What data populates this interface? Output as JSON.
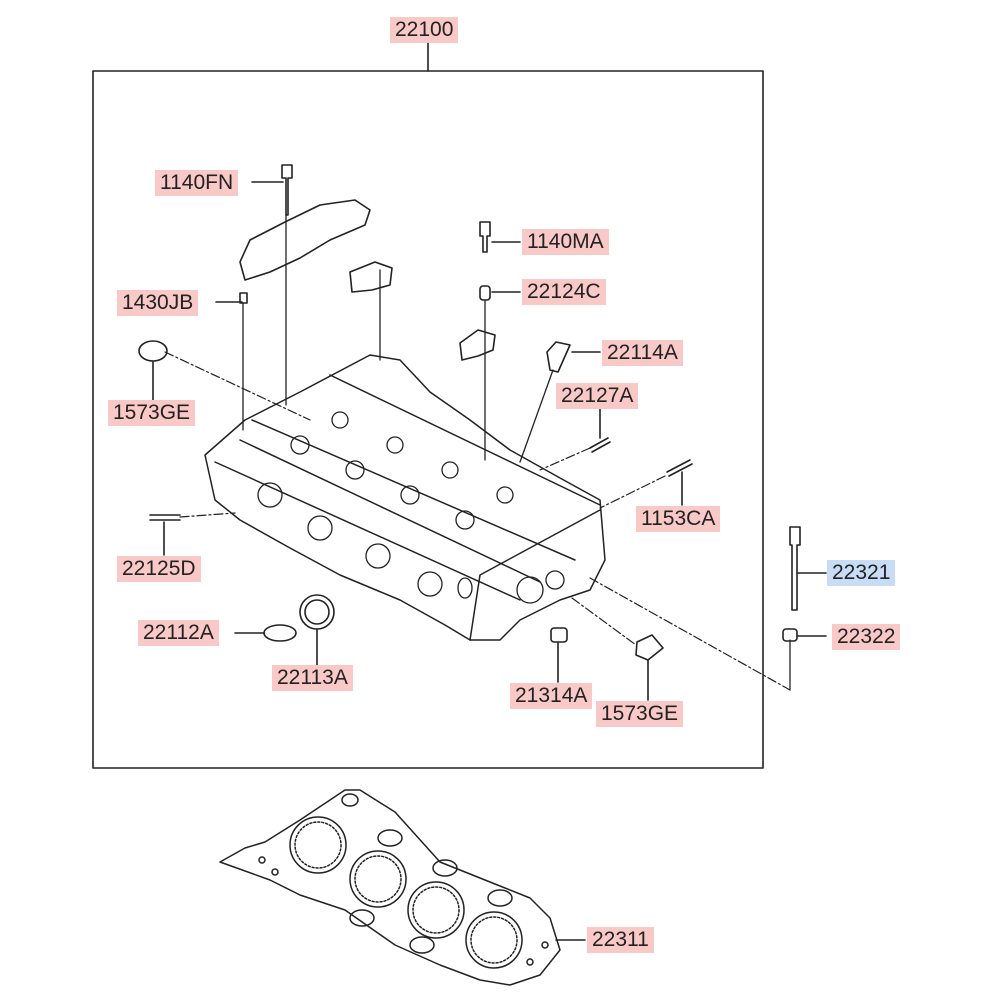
{
  "diagram": {
    "assembly_label": "22100",
    "labels": [
      {
        "key": "22100",
        "text": "22100"
      },
      {
        "key": "1140FN",
        "text": "1140FN"
      },
      {
        "key": "1140MA",
        "text": "1140MA"
      },
      {
        "key": "22124C",
        "text": "22124C"
      },
      {
        "key": "1430JB",
        "text": "1430JB"
      },
      {
        "key": "22114A",
        "text": "22114A"
      },
      {
        "key": "1573GE_top",
        "text": "1573GE"
      },
      {
        "key": "22127A",
        "text": "22127A"
      },
      {
        "key": "1153CA",
        "text": "1153CA"
      },
      {
        "key": "22125D",
        "text": "22125D"
      },
      {
        "key": "22321",
        "text": "22321"
      },
      {
        "key": "22112A",
        "text": "22112A"
      },
      {
        "key": "22322",
        "text": "22322"
      },
      {
        "key": "22113A",
        "text": "22113A"
      },
      {
        "key": "21314A",
        "text": "21314A"
      },
      {
        "key": "1573GE_bottom",
        "text": "1573GE"
      },
      {
        "key": "22311",
        "text": "22311"
      }
    ],
    "selected_part": "22321",
    "colors": {
      "label_bg": "#f8c9c7",
      "label_selected_bg": "#c9dcf6",
      "line": "#222222"
    }
  }
}
